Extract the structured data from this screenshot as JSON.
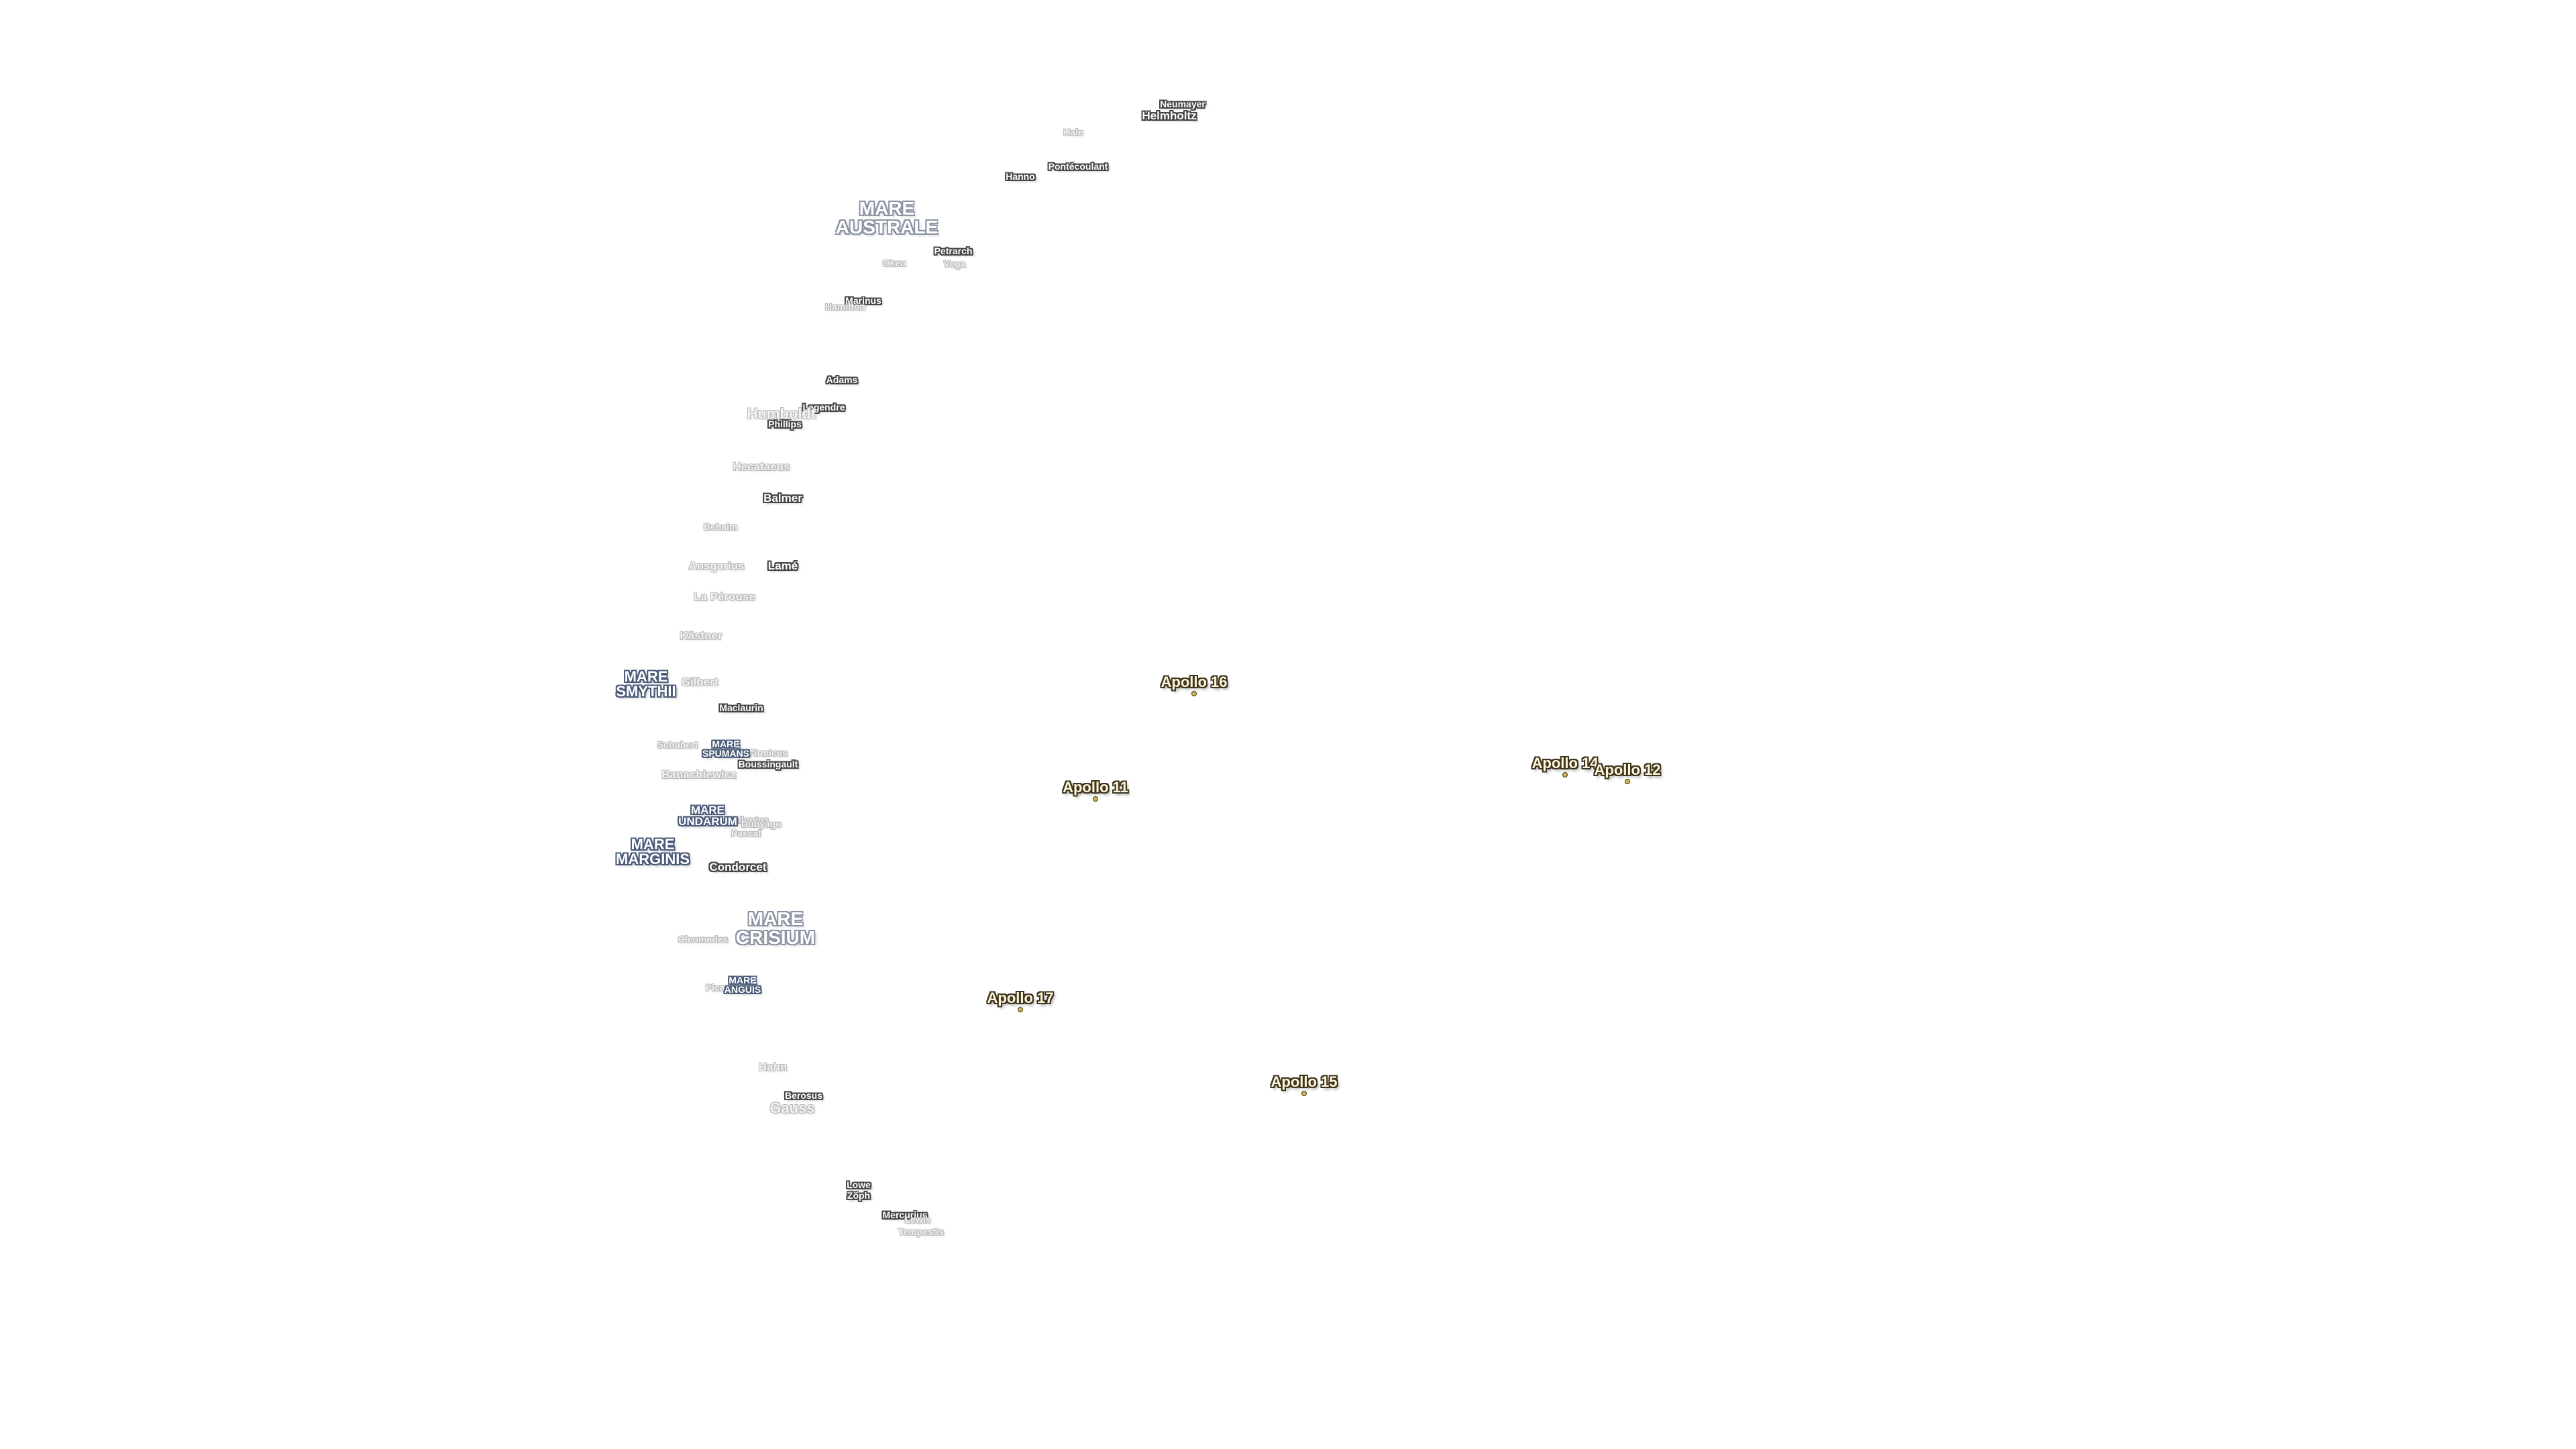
{
  "craters": [
    {
      "name": "Neumayer",
      "cls": "s"
    },
    {
      "name": "Helmholtz",
      "cls": "m"
    },
    {
      "name": "Hale",
      "cls": "s faint"
    },
    {
      "name": "Pontécoulant",
      "cls": "s"
    },
    {
      "name": "Hanno",
      "cls": "s"
    },
    {
      "name": "Petrarch",
      "cls": "s"
    },
    {
      "name": "Oken",
      "cls": "s faint"
    },
    {
      "name": "Vega",
      "cls": "s faint"
    },
    {
      "name": "Marinus",
      "cls": "s"
    },
    {
      "name": "Hamilton",
      "cls": "s faint"
    },
    {
      "name": "Adams",
      "cls": "s"
    },
    {
      "name": "Legendre",
      "cls": "s"
    },
    {
      "name": "Humboldt",
      "cls": "l faint"
    },
    {
      "name": "Phillips",
      "cls": "s"
    },
    {
      "name": "Hecataeus",
      "cls": "m faint"
    },
    {
      "name": "Balmer",
      "cls": "m"
    },
    {
      "name": "Behaim",
      "cls": "s faint"
    },
    {
      "name": "Ansgarius",
      "cls": "m faint"
    },
    {
      "name": "Lamé",
      "cls": "m"
    },
    {
      "name": "La Pérouse",
      "cls": "m faint"
    },
    {
      "name": "Kästner",
      "cls": "m faint"
    },
    {
      "name": "Gilbert",
      "cls": "m faint"
    },
    {
      "name": "Maclaurin",
      "cls": "s"
    },
    {
      "name": "Schubert",
      "cls": "s faint"
    },
    {
      "name": "Firmicus",
      "cls": "s faint"
    },
    {
      "name": "Boussingault",
      "cls": "s"
    },
    {
      "name": "Banachiewicz",
      "cls": "m faint"
    },
    {
      "name": "Apollonius",
      "cls": "s faint"
    },
    {
      "name": "Dubyago",
      "cls": "s faint"
    },
    {
      "name": "Pascal",
      "cls": "s faint"
    },
    {
      "name": "Condorcet",
      "cls": "m"
    },
    {
      "name": "Cleomedes",
      "cls": "s faint"
    },
    {
      "name": "Picard",
      "cls": "s faint"
    },
    {
      "name": "Hahn",
      "cls": "m faint"
    },
    {
      "name": "Berosus",
      "cls": "s"
    },
    {
      "name": "Gauss",
      "cls": "l faint"
    },
    {
      "name": "Lowe",
      "cls": "s"
    },
    {
      "name": "Zöph",
      "cls": "s"
    },
    {
      "name": "Mercurius",
      "cls": "s"
    },
    {
      "name": "Lewis",
      "cls": "s faint"
    },
    {
      "name": "Tempestis",
      "cls": "s faint"
    }
  ],
  "maria": [
    {
      "name": "MARE\nAUSTRALE",
      "cls": "xl faint"
    },
    {
      "name": "MARE\nSMYTHII",
      "cls": "l"
    },
    {
      "name": "MARE\nSPUMANS",
      "cls": "s"
    },
    {
      "name": "MARE\nUNDARUM",
      "cls": "m"
    },
    {
      "name": "MARE\nMARGINIS",
      "cls": "l"
    },
    {
      "name": "MARE\nCRISIUM",
      "cls": "xl faint"
    },
    {
      "name": "MARE\nANGUIS",
      "cls": "s"
    }
  ],
  "apollo_sites": [
    {
      "name": "Apollo 16"
    },
    {
      "name": "Apollo 11"
    },
    {
      "name": "Apollo 14"
    },
    {
      "name": "Apollo 12"
    },
    {
      "name": "Apollo 17"
    },
    {
      "name": "Apollo 15"
    }
  ]
}
